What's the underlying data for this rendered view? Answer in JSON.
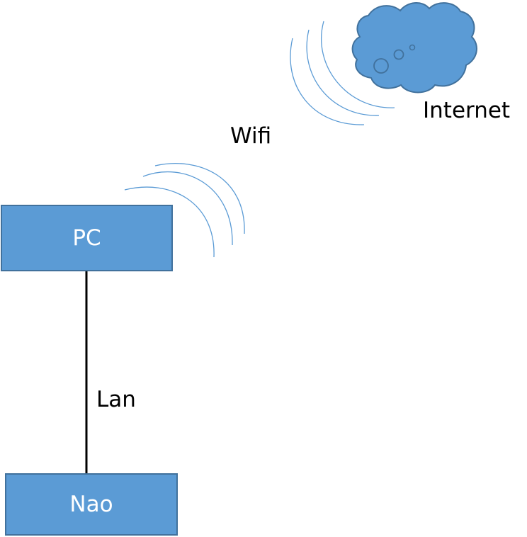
{
  "nodes": {
    "pc": "PC",
    "nao": "Nao"
  },
  "labels": {
    "wifi": "Wifi",
    "internet": "Internet",
    "lan": "Lan"
  },
  "icons": {
    "cloud": "cloud-icon",
    "wifi_waves": "wifi-waves-icon"
  },
  "colors": {
    "node_fill": "#5b9bd5",
    "node_border": "#41719c",
    "wave_stroke": "#5b9bd5",
    "connector": "#000000"
  }
}
